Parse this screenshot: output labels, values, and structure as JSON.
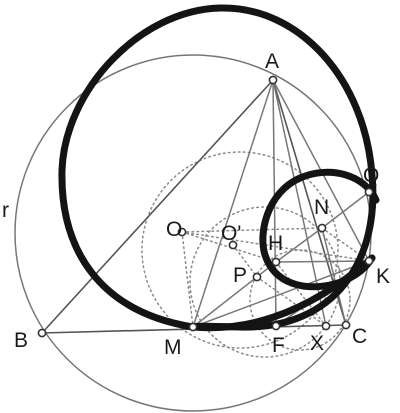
{
  "figure": {
    "labels": {
      "A": "A",
      "B": "B",
      "C": "C",
      "M": "M",
      "F": "F",
      "X": "X",
      "K": "K",
      "Q": "Q",
      "N": "N",
      "H": "H",
      "O": "O",
      "O_prime": "O'",
      "P": "P",
      "r": "r"
    },
    "colors": {
      "ink": "#141414",
      "construction": "#777777",
      "dotted": "#8a8a8a",
      "background": "#ffffff"
    }
  }
}
